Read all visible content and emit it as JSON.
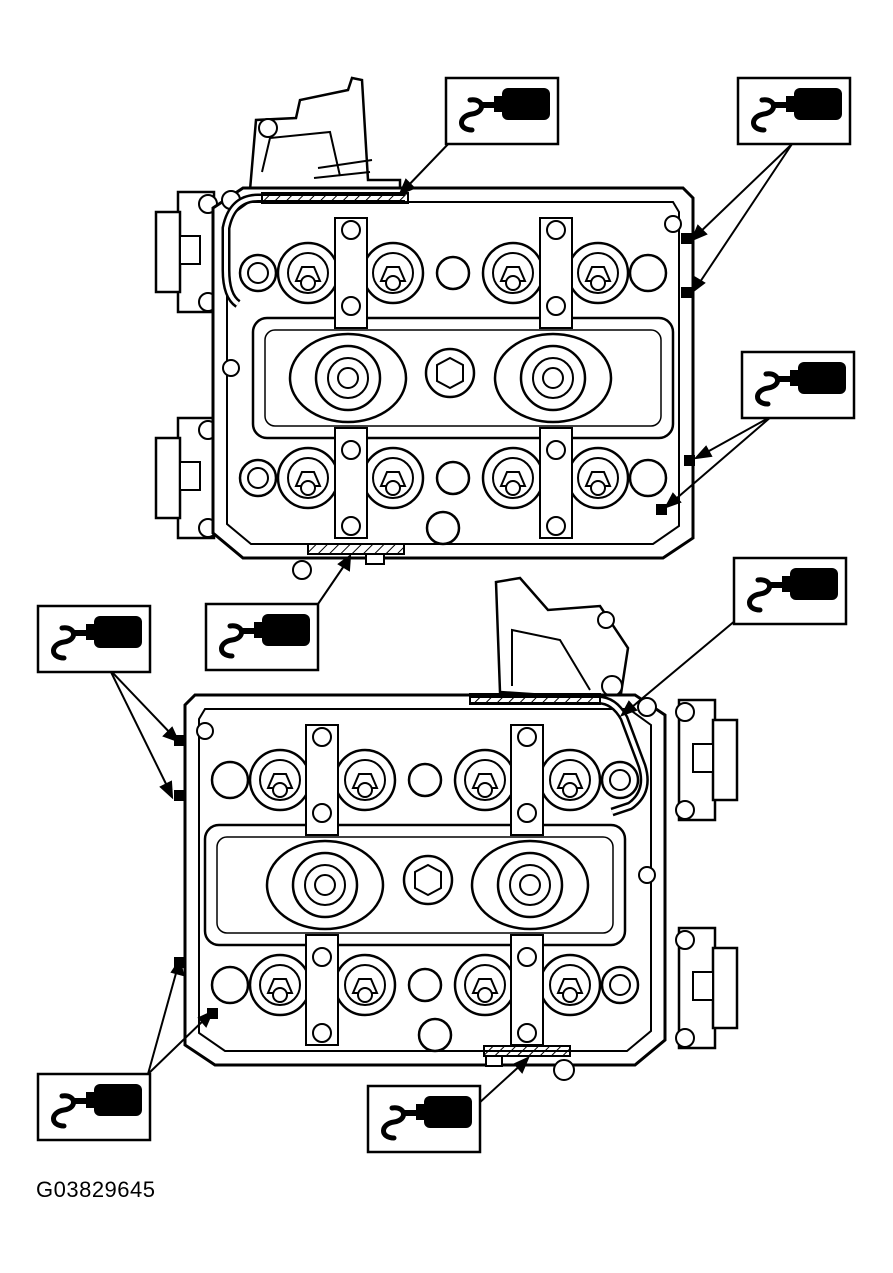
{
  "figure": {
    "id": "G03829645"
  },
  "sealant_symbol": {
    "icon": "sealant-tube-icon",
    "label": "S"
  },
  "colors": {
    "ink": "#000000",
    "paper": "#ffffff",
    "hatch": "#000000"
  },
  "callout_count": 8
}
